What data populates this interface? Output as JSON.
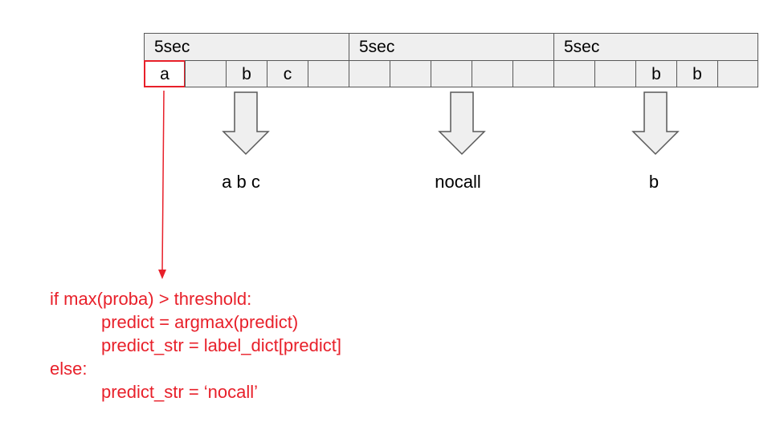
{
  "timeline": {
    "segments": [
      {
        "label": "5sec",
        "frames": [
          "a",
          "",
          "b",
          "c",
          ""
        ]
      },
      {
        "label": "5sec",
        "frames": [
          "",
          "",
          "",
          "",
          ""
        ]
      },
      {
        "label": "5sec",
        "frames": [
          "",
          "",
          "b",
          "b",
          ""
        ]
      }
    ]
  },
  "results": [
    "a b c",
    "nocall",
    "b"
  ],
  "code": {
    "line1": "if max(proba) > threshold:",
    "line2": "predict = argmax(predict)",
    "line3": "predict_str = label_dict[predict]",
    "line4": "else:",
    "line5": "predict_str = ‘nocall’"
  },
  "colors": {
    "accent": "#e8202a",
    "cell_fill": "#efefef",
    "arrow_fill": "#efefef",
    "border": "#595959"
  }
}
